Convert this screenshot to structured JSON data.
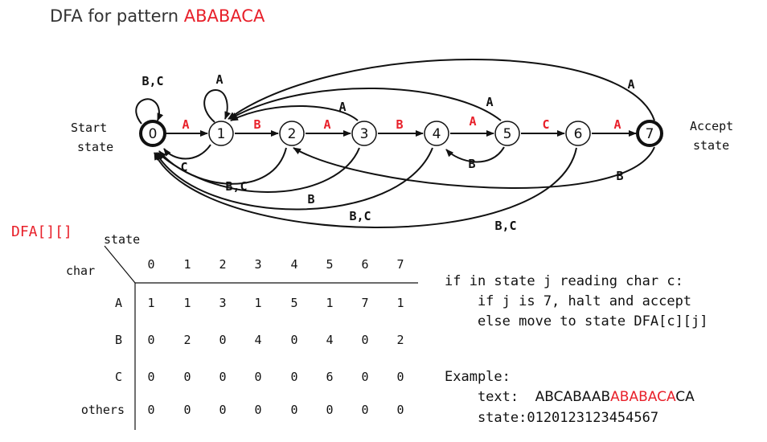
{
  "title": {
    "prefix": "DFA for pattern ",
    "pattern": "ABABACA"
  },
  "diagram": {
    "start_label": [
      "Start",
      "state"
    ],
    "accept_label": [
      "Accept",
      "state"
    ],
    "states": [
      "0",
      "1",
      "2",
      "3",
      "4",
      "5",
      "6",
      "7"
    ],
    "colors": {
      "highlight": "#e8202a",
      "ink": "#111111"
    },
    "forward_labels": [
      "A",
      "B",
      "A",
      "B",
      "A",
      "C",
      "A"
    ],
    "loop_labels": {
      "s0": "B,C",
      "s1": "A"
    },
    "back_labels": {
      "s3_to_1": "A",
      "s5_to_1": "A",
      "s7_to_1": "A",
      "s5_to_4": "B",
      "s1_to_0": "C",
      "s2_to_0": "B,C",
      "s3_to_0": "B",
      "s4_to_0": "B,C",
      "s6_to_0": "B,C",
      "s7_to_2": "B"
    }
  },
  "table": {
    "name": "DFA[][]",
    "state_header": "state",
    "char_header": "char",
    "columns": [
      "0",
      "1",
      "2",
      "3",
      "4",
      "5",
      "6",
      "7"
    ],
    "rows": [
      {
        "char": "A",
        "values": [
          "1",
          "1",
          "3",
          "1",
          "5",
          "1",
          "7",
          "1"
        ]
      },
      {
        "char": "B",
        "values": [
          "0",
          "2",
          "0",
          "4",
          "0",
          "4",
          "0",
          "2"
        ]
      },
      {
        "char": "C",
        "values": [
          "0",
          "0",
          "0",
          "0",
          "0",
          "6",
          "0",
          "0"
        ]
      },
      {
        "char": "others",
        "values": [
          "0",
          "0",
          "0",
          "0",
          "0",
          "0",
          "0",
          "0"
        ]
      }
    ]
  },
  "code": {
    "line1": "if in state j reading char c:",
    "line2": "    if j is 7, halt and accept",
    "line3": "    else move to state DFA[c][j]"
  },
  "example": {
    "heading": "Example:",
    "text_label": "    text:  ",
    "text_pre": "ABCABAAB",
    "text_match": "ABABACA",
    "text_post": "CA",
    "state_line": "    state:0120123123454567"
  }
}
